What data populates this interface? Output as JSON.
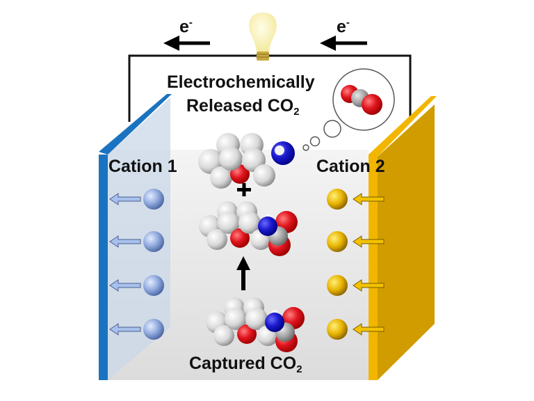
{
  "title_line1": "Electrochemically",
  "title_line2": "Released CO",
  "title_line2_sub": "2",
  "electron_left": "e",
  "electron_right": "e",
  "electron_sup": "-",
  "cation_left": "Cation 1",
  "cation_right": "Cation 2",
  "plus_sign": "+",
  "bottom_label": "Captured CO",
  "bottom_label_sub": "2",
  "colors": {
    "left_electrode": "#1a73c0",
    "right_electrode": "#f2b600",
    "cation1": "#8ea8dc",
    "cation2": "#e8b400",
    "nitrogen": "#1a1acc",
    "oxygen": "#e0141e",
    "carbon_gray": "#a0a0a0"
  }
}
